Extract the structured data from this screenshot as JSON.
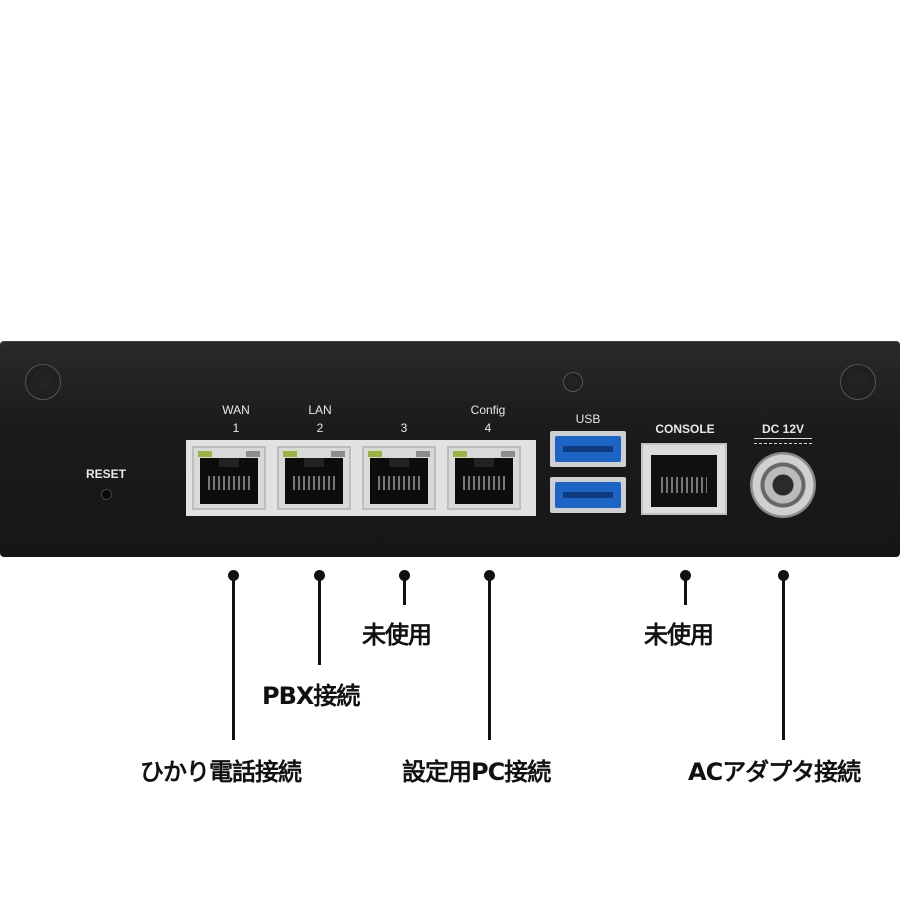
{
  "panel_labels": {
    "reset": "RESET",
    "port1_name": "WAN",
    "port1_num": "1",
    "port2_name": "LAN",
    "port2_num": "2",
    "port3_num": "3",
    "port4_name": "Config",
    "port4_num": "4",
    "usb": "USB",
    "console": "CONSOLE",
    "dc": "DC 12V"
  },
  "callouts": {
    "wan": "ひかり電話接続",
    "lan": "PBX接続",
    "port3": "未使用",
    "config": "設定用PC接続",
    "console": "未使用",
    "dc": "ACアダプタ接続"
  },
  "colors": {
    "panel": "#1b1b1b",
    "usb_blue": "#1d64c7",
    "led_green": "#9ab53d"
  }
}
